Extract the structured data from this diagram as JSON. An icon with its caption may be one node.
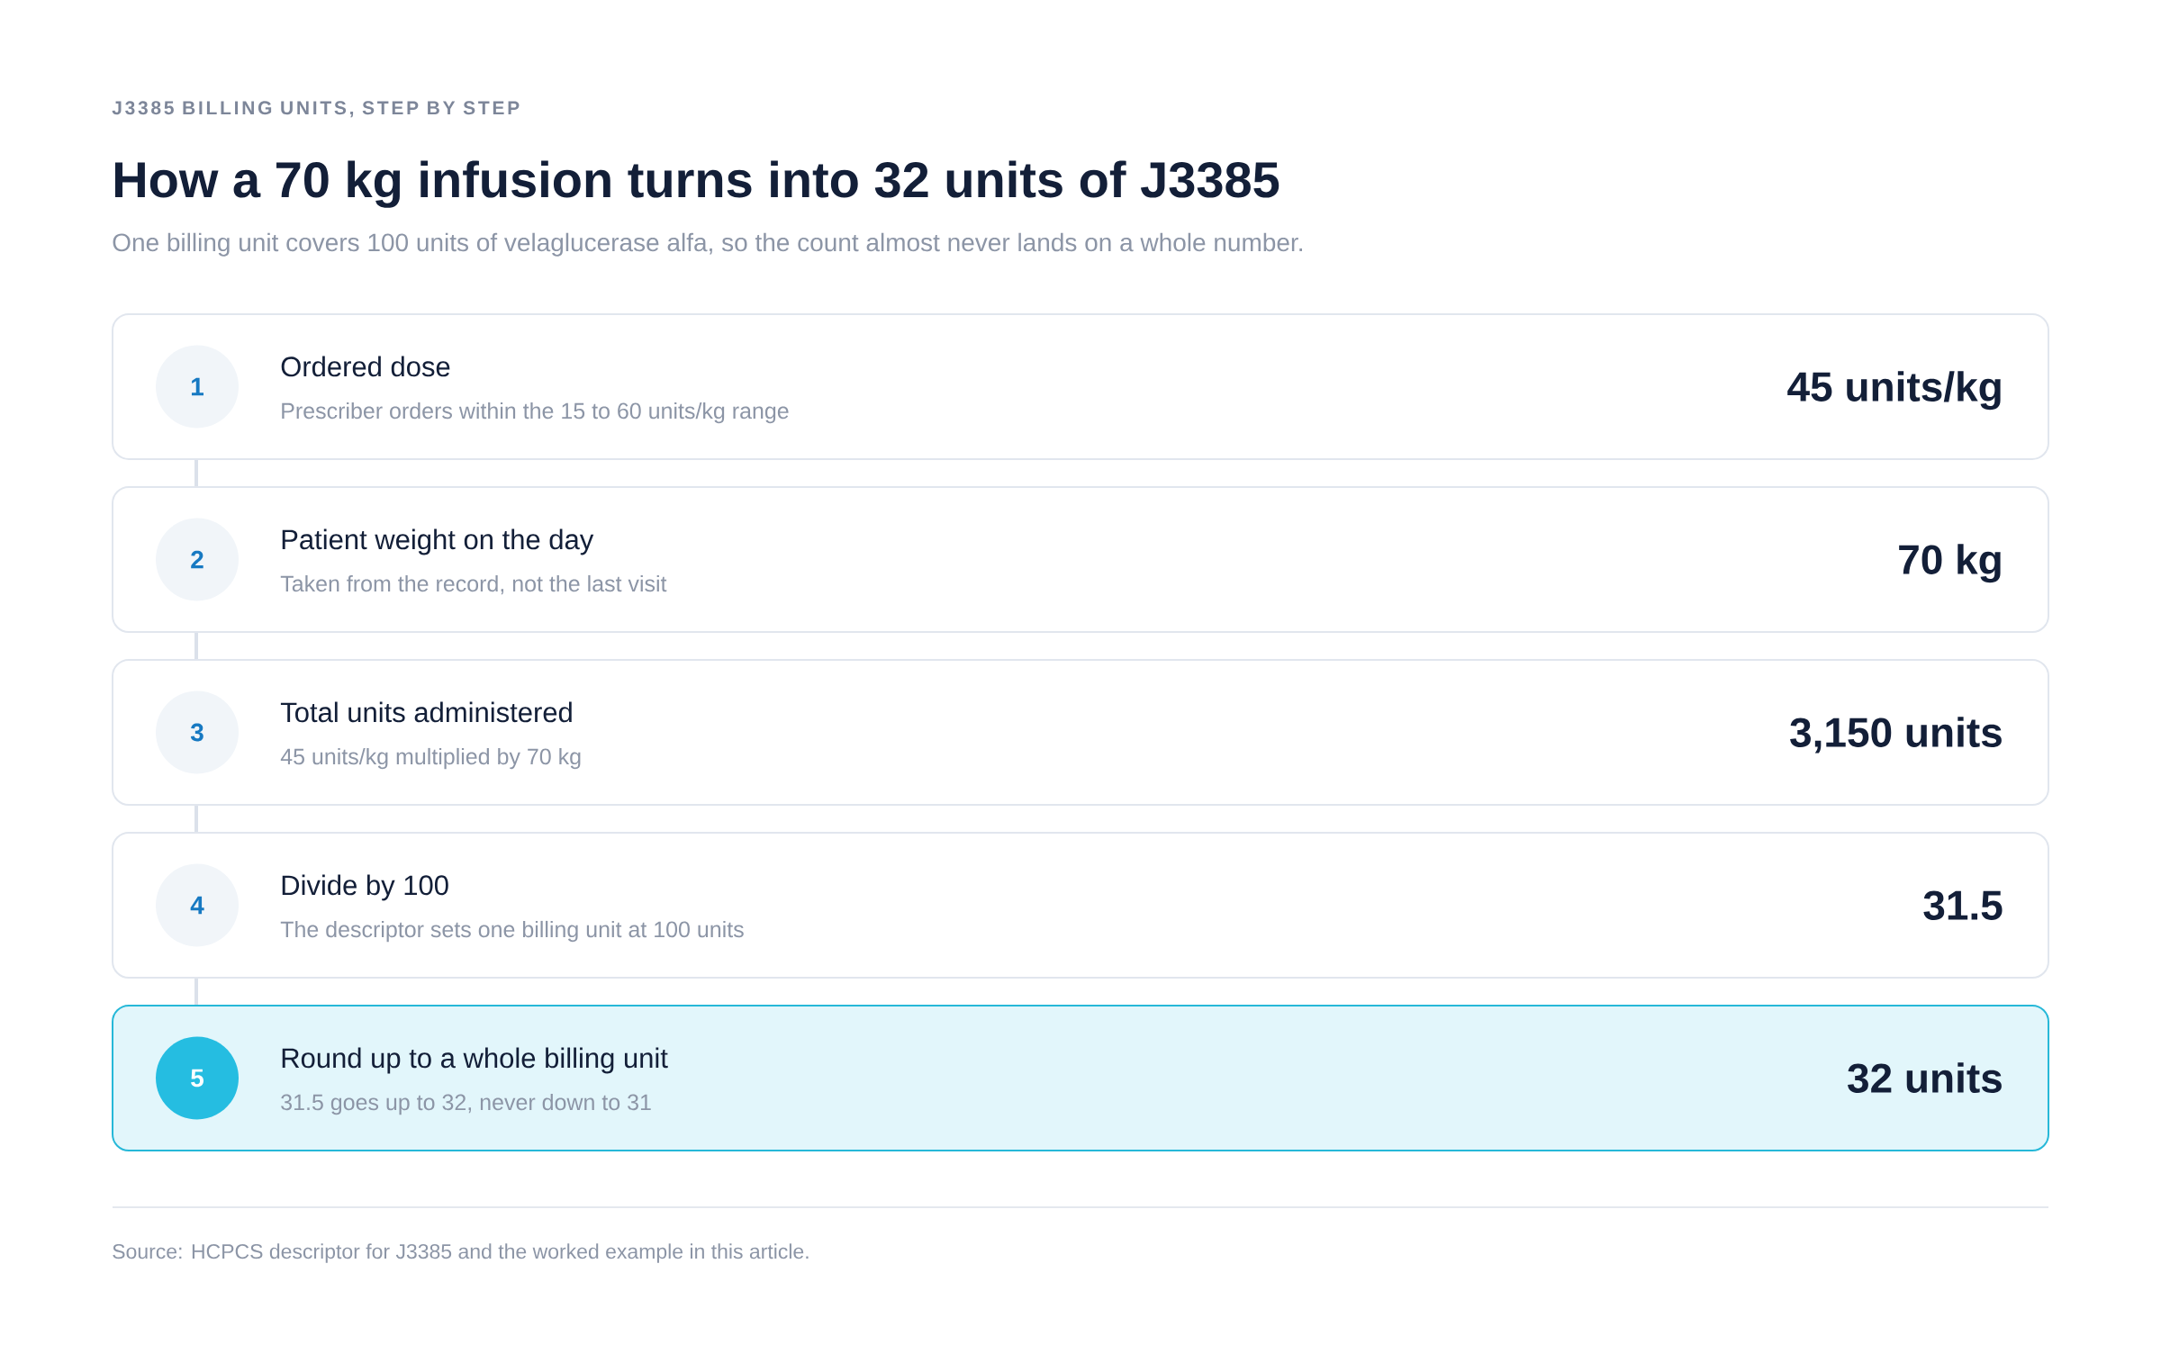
{
  "diagram": {
    "title": "How a 70 kg infusion turns into 32 units of J3385",
    "nodes": [
      {
        "text": [
          "Ordered dose",
          "Prescriber orders within the 15 to 60 units/kg range",
          "45 units/kg"
        ]
      },
      {
        "text": [
          "1"
        ],
        "in": 0
      },
      {
        "text": [
          "Patient weight on the day",
          "Taken from the record, not the last visit",
          "70 kg"
        ]
      },
      {
        "text": [
          "2"
        ],
        "in": 2
      },
      {
        "text": [
          "Total units administered",
          "45 units/kg multiplied by 70 kg",
          "3,150 units"
        ]
      },
      {
        "text": [
          "3"
        ],
        "in": 4
      },
      {
        "text": [
          "Divide by 100",
          "The descriptor sets one billing unit at 100 units",
          "31.5"
        ]
      },
      {
        "text": [
          "4"
        ],
        "in": 6
      },
      {
        "text": [
          "Round up to a whole billing unit",
          "31.5 goes up to 32, never down to 31",
          "32 units"
        ]
      },
      {
        "text": [
          "5"
        ],
        "in": 8
      }
    ],
    "edges": [
      {
        "from": 0,
        "to": 2,
        "arrow": "none"
      },
      {
        "from": 2,
        "to": 4,
        "arrow": "none"
      },
      {
        "from": 4,
        "to": 6,
        "arrow": "none"
      },
      {
        "from": 6,
        "to": 8,
        "arrow": "none"
      }
    ],
    "labels": [
      "J3385 BILLING UNITS, STEP BY STEP",
      "One billing unit covers 100 units of velaglucerase alfa, so the count almost never lands on a whole number.",
      "Source: HCPCS descriptor for J3385 and the worked example in this article."
    ]
  }
}
